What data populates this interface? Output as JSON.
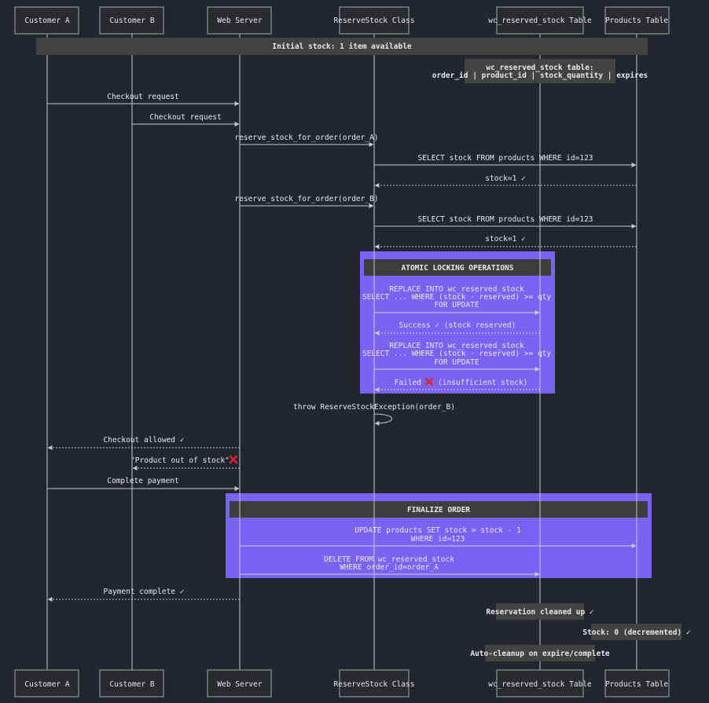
{
  "participants": [
    {
      "id": "custA",
      "label": "Customer A"
    },
    {
      "id": "custB",
      "label": "Customer B"
    },
    {
      "id": "web",
      "label": "Web Server"
    },
    {
      "id": "rs",
      "label": "ReserveStock Class"
    },
    {
      "id": "wc",
      "label": "wc_reserved_stock Table"
    },
    {
      "id": "prod",
      "label": "Products Table"
    }
  ],
  "initial_note": "Initial stock: 1 item available",
  "table_note": [
    "wc_reserved_stock table:",
    "order_id | product_id | stock_quantity | expires"
  ],
  "messages": [
    {
      "label": "Checkout request"
    },
    {
      "label": "Checkout request"
    },
    {
      "label": "reserve_stock_for_order(order_A)"
    },
    {
      "label": "SELECT stock FROM products WHERE id=123"
    },
    {
      "label": "stock=1 ✓"
    },
    {
      "label": "reserve_stock_for_order(order_B)"
    },
    {
      "label": "SELECT stock FROM products WHERE id=123"
    },
    {
      "label": "stock=1 ✓"
    },
    {
      "lines": [
        "REPLACE INTO wc_reserved_stock",
        "SELECT ... WHERE (stock - reserved) >= qty",
        "FOR UPDATE"
      ]
    },
    {
      "label": "Success ✓ (stock reserved)"
    },
    {
      "lines": [
        "REPLACE INTO wc_reserved_stock",
        "SELECT ... WHERE (stock - reserved) >= qty",
        "FOR UPDATE"
      ]
    },
    {
      "label": "Failed",
      "icon": "cross-mark-icon",
      "suffix": "(insufficient stock)"
    },
    {
      "label": "throw ReserveStockException(order_B)"
    },
    {
      "label": "Checkout allowed ✓"
    },
    {
      "label": "\"Product out of stock\"",
      "icon": "cross-mark-icon"
    },
    {
      "label": "Complete payment"
    },
    {
      "lines": [
        "UPDATE products SET stock = stock - 1",
        "WHERE id=123"
      ]
    },
    {
      "lines": [
        "DELETE FROM wc_reserved_stock",
        "WHERE order_id=order_A"
      ]
    },
    {
      "label": "Payment complete ✓"
    }
  ],
  "groups": [
    {
      "title": "ATOMIC LOCKING OPERATIONS",
      "color": "#7a62f5"
    },
    {
      "title": "FINALIZE ORDER",
      "color": "#7a62f5"
    }
  ],
  "end_notes": [
    "Reservation cleaned up ✓",
    "Stock: 0 (decremented) ✓",
    "Auto-cleanup on expire/complete"
  ],
  "colors": {
    "background": "#23262e",
    "box_fill": "#2a2b2f",
    "note_fill": "#434343",
    "line": "#c8c8c8",
    "group": "#7a62f5",
    "cross": "#e0242c"
  }
}
